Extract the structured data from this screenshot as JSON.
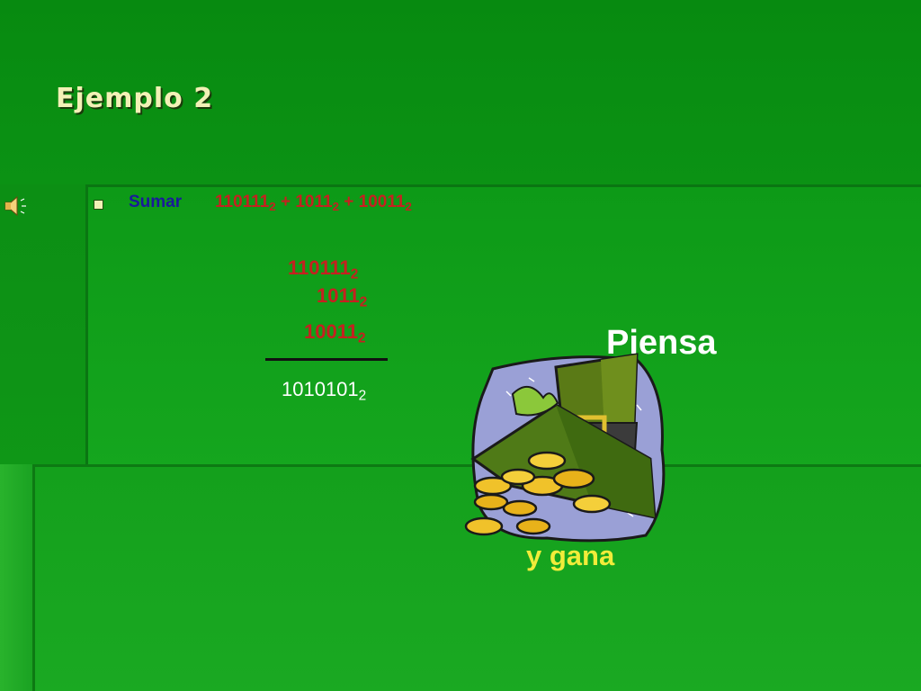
{
  "slide": {
    "title": "Ejemplo  2",
    "bullet": {
      "label": "Sumar",
      "terms": [
        {
          "value": "110111",
          "base": "2"
        },
        {
          "value": "1011",
          "base": "2"
        },
        {
          "value": "10011",
          "base": "2"
        }
      ],
      "operator": "+"
    },
    "addition": {
      "addends": [
        {
          "value": "110111",
          "base": "2"
        },
        {
          "value": "1011",
          "base": "2"
        },
        {
          "value": "10011",
          "base": "2"
        }
      ],
      "result": {
        "value": "1010101",
        "base": "2"
      }
    },
    "caption_top": "Piensa",
    "caption_bottom": "y  gana"
  },
  "icons": {
    "speaker": "speaker-icon",
    "clipart": "leprechaun-hat-coins-clipart"
  },
  "colors": {
    "background": "#0e9416",
    "title": "#f2f1b6",
    "label": "#1a1a9a",
    "numbers": "#c62020",
    "result": "#ffffff",
    "caption_bottom": "#f1ec3a"
  }
}
